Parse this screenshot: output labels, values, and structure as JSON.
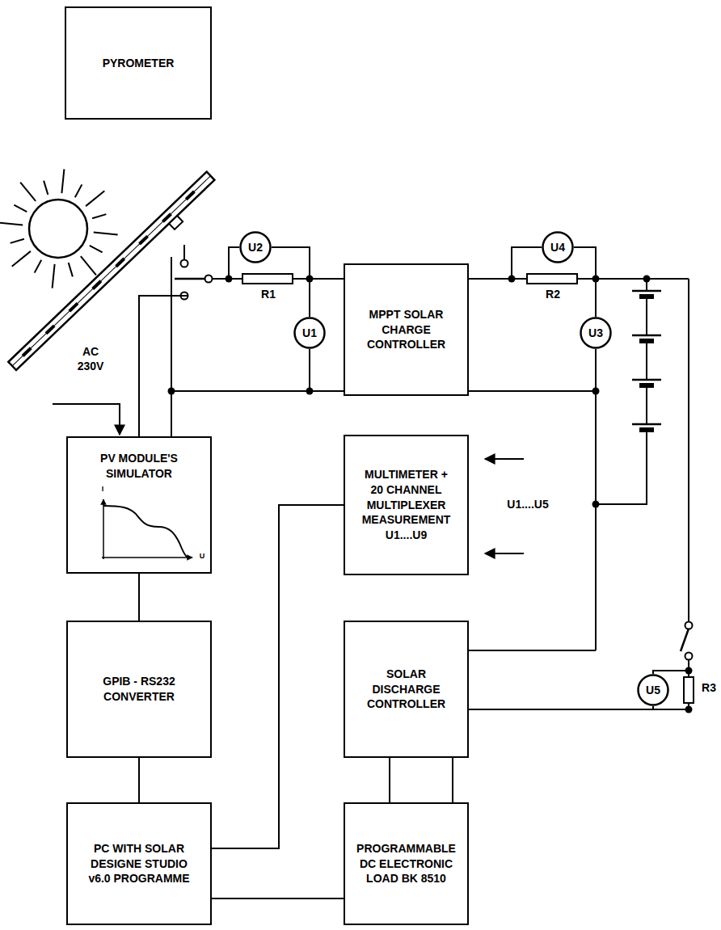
{
  "diagram": {
    "nodes": [
      {
        "text": [
          "PYROMETER"
        ]
      },
      {
        "text": [
          "U2"
        ]
      },
      {
        "text": [
          "U4"
        ]
      },
      {
        "text": [
          "U1"
        ]
      },
      {
        "text": [
          "MPPT SOLAR CHARGE CONTROLLER"
        ]
      },
      {
        "text": [
          "U3"
        ]
      },
      {
        "text": [
          "PV MODULE'S SIMULATOR"
        ]
      },
      {
        "text": [
          "MULTIMETER + 20 CHANNEL MULTIPLEXER MEASUREMENT U1....U9"
        ]
      },
      {
        "text": [
          "GPIB - RS232 CONVERTER"
        ]
      },
      {
        "text": [
          "SOLAR DISCHARGE CONTROLLER"
        ]
      },
      {
        "text": [
          "U5"
        ]
      },
      {
        "text": [
          "PC WITH SOLAR DESIGNE STUDIO v6.0 PROGRAMME"
        ]
      },
      {
        "text": [
          "PROGRAMMABLE DC ELECTRONIC LOAD BK 8510"
        ]
      }
    ],
    "edges": [
      {
        "from": 6,
        "to": 8,
        "arrow": "none"
      },
      {
        "from": 8,
        "to": 11,
        "arrow": "none"
      },
      {
        "from": 11,
        "to": 7,
        "arrow": "none"
      },
      {
        "from": 11,
        "to": 12,
        "arrow": "none"
      },
      {
        "from": 9,
        "to": 12,
        "arrow": "none"
      },
      {
        "from": 9,
        "to": 12,
        "arrow": "none"
      }
    ],
    "labels": [
      "R1",
      "R2",
      "R3",
      "AC 230V",
      "U1....U5",
      "I",
      "U"
    ]
  }
}
